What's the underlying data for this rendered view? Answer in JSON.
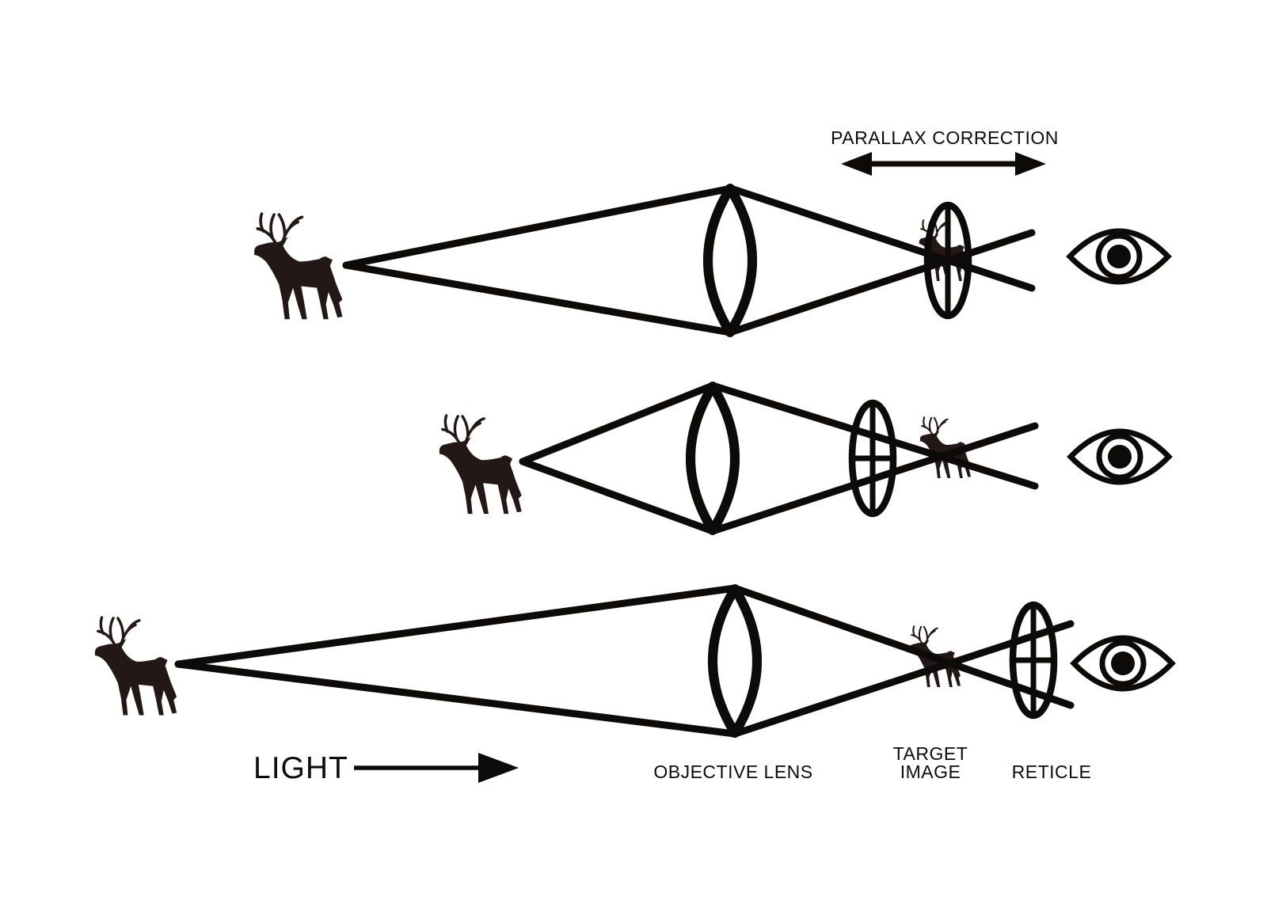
{
  "labels": {
    "parallax_correction": "PARALLAX CORRECTION",
    "light": "LIGHT",
    "objective_lens": "OBJECTIVE LENS",
    "target_image_line1": "TARGET",
    "target_image_line2": "IMAGE",
    "reticle": "RETICLE"
  },
  "colors": {
    "background": "#ffffff",
    "ink": "#0d0b0a",
    "deer": "#231815"
  },
  "icons": {
    "deer": "deer-silhouette-icon",
    "objective_lens": "objective-lens-icon",
    "reticle": "reticle-crosshair-icon",
    "eye": "eye-icon",
    "parallax_arrow": "double-headed-arrow-icon",
    "light_arrow": "right-arrow-icon"
  }
}
